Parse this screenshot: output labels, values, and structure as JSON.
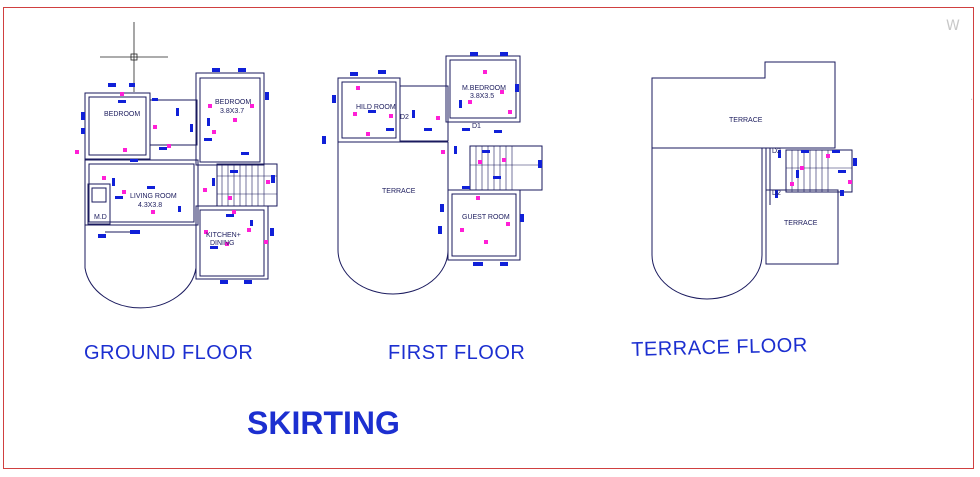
{
  "title": "SKIRTING",
  "floors": {
    "ground": {
      "label": "GROUND FLOOR",
      "rooms": {
        "bedroom_1": "BEDROOM",
        "bedroom_2": "BEDROOM",
        "bedroom_2_size": "3.8X3.7",
        "living": "LIVING ROOM",
        "living_size": "4.3X3.8",
        "md": "M.D",
        "kitchen": "KITCHEN+",
        "dining": "DINING"
      }
    },
    "first": {
      "label": "FIRST FLOOR",
      "rooms": {
        "child": "HILD ROOM",
        "mbed": "M.BEDROOM",
        "mbed_size": "3.8X3.5",
        "terrace": "TERRACE",
        "guest": "GUEST ROOM",
        "d2": "D2",
        "d1": "D1"
      }
    },
    "terrace": {
      "label": "TERRACE FLOOR",
      "rooms": {
        "terrace_top": "TERRACE",
        "terrace_bottom": "TERRACE",
        "d2a": "D2",
        "d2b": "D2"
      }
    }
  },
  "viewcube": {
    "letter": "W",
    "mark": "."
  },
  "colors": {
    "wall": "#1a1a5e",
    "skirting_blue": "#1020d8",
    "skirting_magenta": "#ff1fd6",
    "label": "#1c2fd0",
    "frame": "#d04040"
  }
}
